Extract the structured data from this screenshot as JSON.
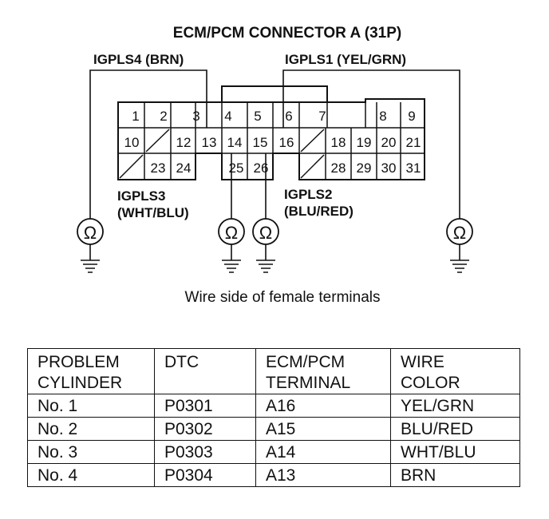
{
  "title": "ECM/PCM CONNECTOR A (31P)",
  "caption": "Wire side of female terminals",
  "labels": {
    "igpls4": "IGPLS4 (BRN)",
    "igpls1": "IGPLS1 (YEL/GRN)",
    "igpls3_name": "IGPLS3",
    "igpls3_color": "(WHT/BLU)",
    "igpls2_name": "IGPLS2",
    "igpls2_color": "(BLU/RED)"
  },
  "ohm_symbol": "Ω",
  "connector": {
    "row1": [
      "1",
      "2",
      "3",
      "4",
      "5",
      "6",
      "7",
      "8",
      "9"
    ],
    "row2": [
      "10",
      "12",
      "13",
      "14",
      "15",
      "16",
      "18",
      "19",
      "20",
      "21"
    ],
    "row3": [
      "23",
      "24",
      "25",
      "26",
      "28",
      "29",
      "30",
      "31"
    ]
  },
  "table": {
    "headers": [
      [
        "PROBLEM",
        "CYLINDER"
      ],
      [
        "DTC"
      ],
      [
        "ECM/PCM",
        "TERMINAL"
      ],
      [
        "WIRE",
        "COLOR"
      ]
    ],
    "rows": [
      [
        "No. 1",
        "P0301",
        "A16",
        "YEL/GRN"
      ],
      [
        "No. 2",
        "P0302",
        "A15",
        "BLU/RED"
      ],
      [
        "No. 3",
        "P0303",
        "A14",
        "WHT/BLU"
      ],
      [
        "No. 4",
        "P0304",
        "A13",
        "BRN"
      ]
    ]
  }
}
